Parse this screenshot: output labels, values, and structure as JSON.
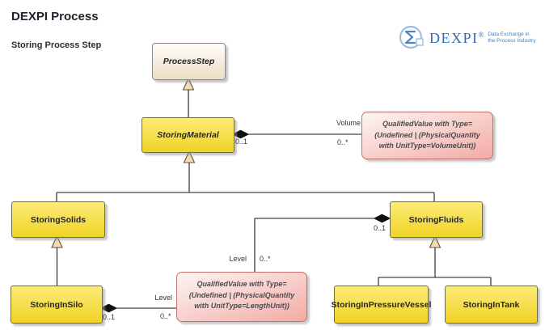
{
  "header": {
    "title": "DEXPI Process",
    "subtitle": "Storing Process Step"
  },
  "logo": {
    "brand": "DEXPI",
    "registered": "®",
    "tagline": [
      "Data Exchange in",
      "the Process Industry"
    ]
  },
  "diagram": {
    "classes": [
      {
        "label": "ProcessStep",
        "abstract": true
      },
      {
        "label": "StoringMaterial",
        "abstract": true
      },
      {
        "label": "StoringSolids",
        "abstract": false
      },
      {
        "label": "StoringFluids",
        "abstract": false
      },
      {
        "label": "StoringInSilo",
        "abstract": false
      },
      {
        "label": "StoringInPressureVessel",
        "abstract": false
      },
      {
        "label": "StoringInTank",
        "abstract": false
      }
    ],
    "notes": [
      {
        "text": "QualifiedValue with Type=(Undefined | (PhysicalQuantity with UnitType=VolumeUnit))"
      },
      {
        "text": "QualifiedValue with Type=(Undefined | (PhysicalQuantity with UnitType=LengthUnit))"
      }
    ],
    "generalizations": [
      {
        "child": "StoringMaterial",
        "parent": "ProcessStep"
      },
      {
        "child": "StoringSolids",
        "parent": "StoringMaterial"
      },
      {
        "child": "StoringFluids",
        "parent": "StoringMaterial"
      },
      {
        "child": "StoringInSilo",
        "parent": "StoringSolids"
      },
      {
        "child": "StoringInPressureVessel",
        "parent": "StoringFluids"
      },
      {
        "child": "StoringInTank",
        "parent": "StoringFluids"
      }
    ],
    "associations": [
      {
        "name": "Volume",
        "owner": "StoringMaterial",
        "owner_mult": "0..1",
        "target_mult": "0..*"
      },
      {
        "name": "Level",
        "owner": "StoringFluids",
        "owner_mult": "0..1",
        "target_mult": "0..*"
      },
      {
        "name": "Level",
        "owner": "StoringInSilo",
        "owner_mult": "0..1",
        "target_mult": "0..*"
      }
    ]
  },
  "colors": {
    "class_fill_top": "#fcec79",
    "class_fill_bottom": "#f0d324",
    "class_border": "#6f6b50",
    "abstract_root_fill_top": "#fefcf8",
    "abstract_root_fill_bottom": "#eeddc4",
    "note_fill_top": "#fdf5f3",
    "note_fill_bottom": "#f3aba5",
    "note_border": "#c4706b",
    "line": "#1a1a1a",
    "triangle_fill": "#f2dcb3",
    "logo_blue": "#2d6db5"
  }
}
